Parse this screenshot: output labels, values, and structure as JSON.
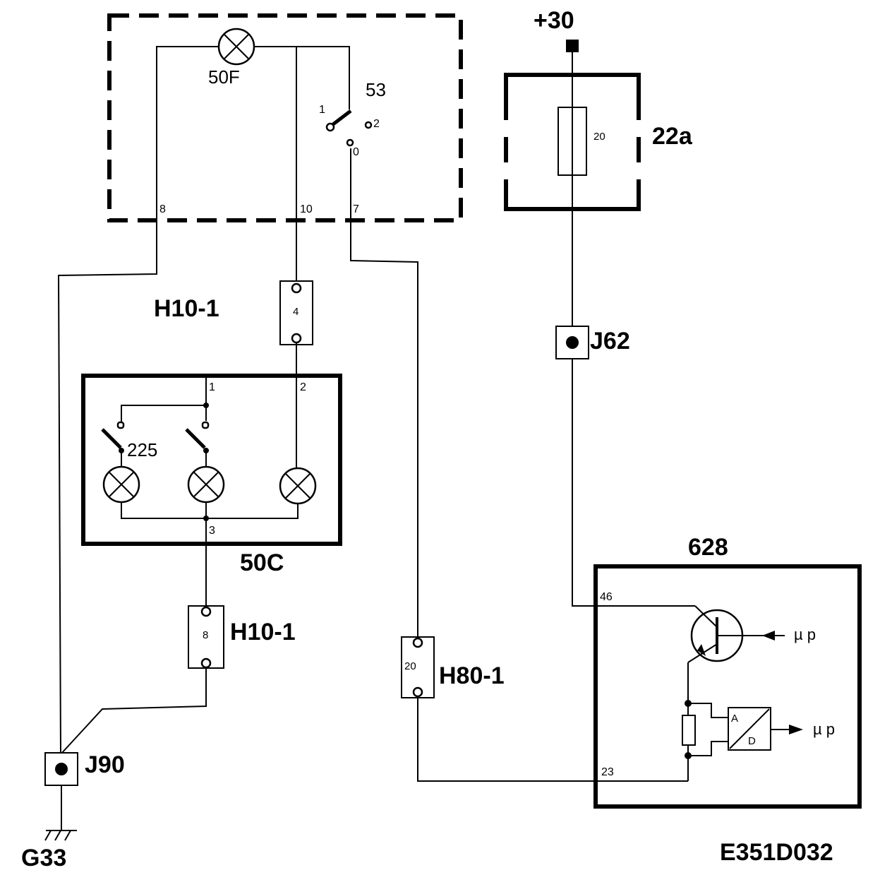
{
  "labels": {
    "plus30": "+30",
    "fuse_block": "22a",
    "fuse_rating": "20",
    "j62": "J62",
    "j90": "J90",
    "g33": "G33",
    "h10_1_top": "H10-1",
    "h10_1_bottom": "H10-1",
    "h80_1": "H80-1",
    "c50": "50C",
    "f50": "50F",
    "switch53": "53",
    "lamp225": "225",
    "module628": "628",
    "drawing_id": "E351D032",
    "ad_a": "A",
    "ad_d": "D",
    "mu_p_1": "µ p",
    "mu_p_2": "µ p"
  },
  "pins": {
    "p8": "8",
    "p10": "10",
    "p7": "7",
    "sw1": "1",
    "sw2": "2",
    "sw0": "0",
    "c1": "1",
    "c2": "2",
    "c3": "3",
    "m46": "46",
    "m23": "23"
  },
  "connectors": {
    "h10_top_pin": "4",
    "h10_bottom_pin": "8",
    "h80_pin": "20"
  }
}
